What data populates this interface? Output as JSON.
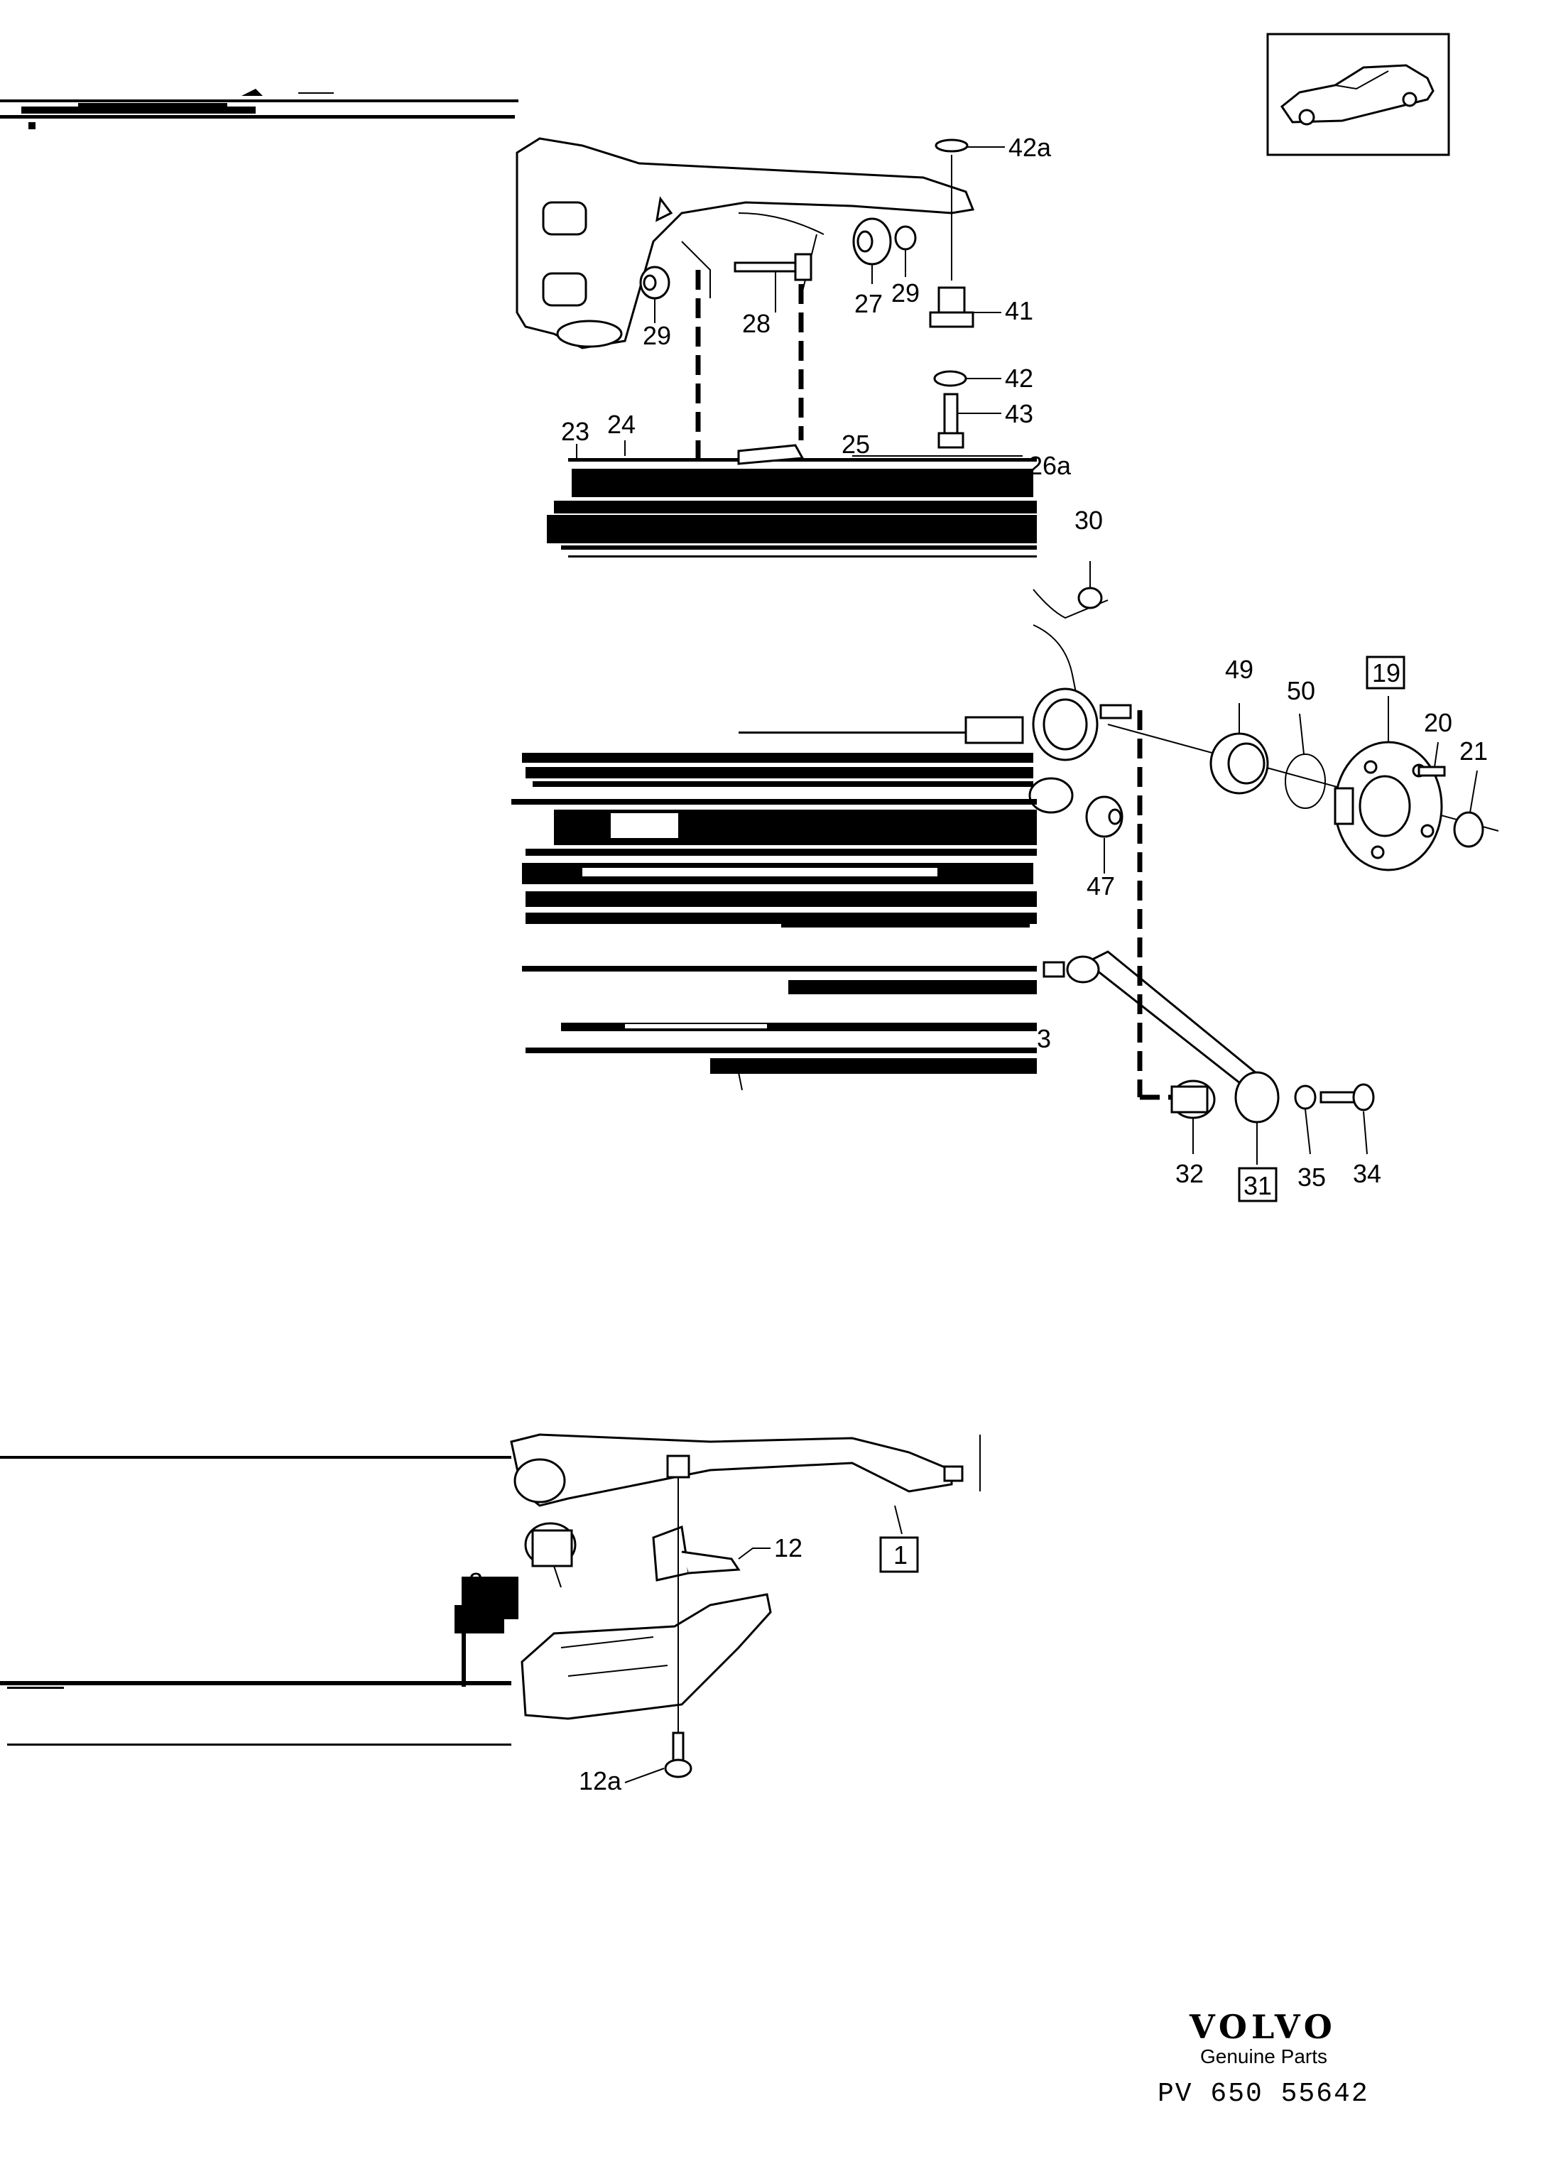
{
  "callouts": {
    "c42a": "42a",
    "c27": "27",
    "c29a": "29",
    "c29b": "29",
    "c28": "28",
    "c41": "41",
    "c42": "42",
    "c43": "43",
    "c23": "23",
    "c24": "24",
    "c25": "25",
    "c26a": "26a",
    "c30": "30",
    "c49": "49",
    "c50": "50",
    "c19": "19",
    "c20": "20",
    "c21": "21",
    "c47": "47",
    "c3": "3",
    "c32": "32",
    "c31": "31",
    "c35": "35",
    "c34": "34",
    "c12": "12",
    "c1": "1",
    "c2": "2",
    "c12a": "12a"
  },
  "footer": {
    "brand": "VOLVO",
    "subtitle": "Genuine Parts",
    "reference": "PV 650  55642"
  }
}
